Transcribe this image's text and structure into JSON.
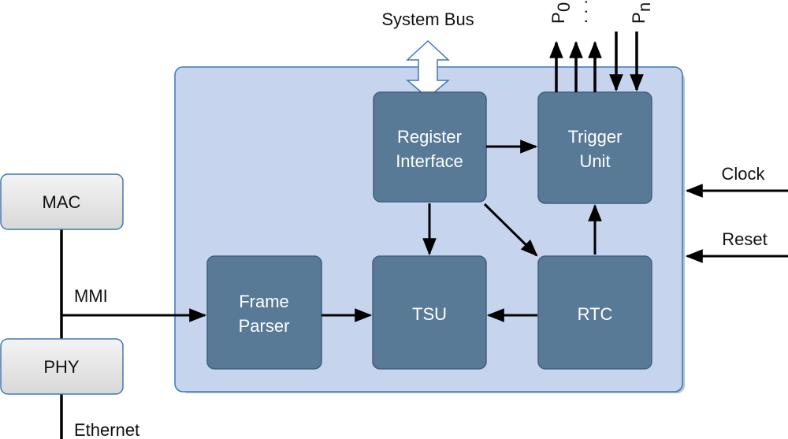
{
  "external": {
    "mac": "MAC",
    "phy": "PHY",
    "mmi": "MMI",
    "ethernet": "Ethernet"
  },
  "bus": {
    "label": "System Bus"
  },
  "blocks": {
    "register_interface": {
      "line1": "Register",
      "line2": "Interface"
    },
    "trigger_unit": {
      "line1": "Trigger",
      "line2": "Unit"
    },
    "frame_parser": {
      "line1": "Frame",
      "line2": "Parser"
    },
    "tsu": {
      "label": "TSU"
    },
    "rtc": {
      "label": "RTC"
    }
  },
  "inputs": {
    "clock": "Clock",
    "reset": "Reset"
  },
  "ports": {
    "p0_base": "P",
    "p0_sub": "0",
    "dots": ". . .",
    "pn_base": "P",
    "pn_sub": "n"
  },
  "colors": {
    "container_fill": "#c7d4ee",
    "container_stroke": "#3e78b5",
    "block_fill": "#587a97",
    "block_stroke": "#3f5f7c",
    "ext_fill": "#e9e9e9",
    "ext_stroke": "#3e78b5"
  }
}
